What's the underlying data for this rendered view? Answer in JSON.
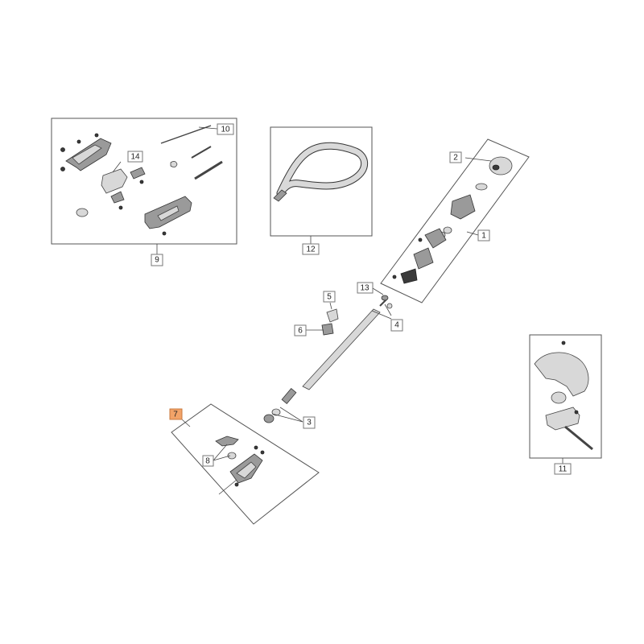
{
  "callouts": {
    "c1": "1",
    "c2": "2",
    "c3": "3",
    "c4": "4",
    "c5": "5",
    "c6": "6",
    "c7": "7",
    "c8": "8",
    "c9": "9",
    "c10": "10",
    "c11": "11",
    "c12": "12",
    "c13": "13",
    "c14": "14"
  },
  "highlight": {
    "callout": "7",
    "color": "#f2a368"
  }
}
